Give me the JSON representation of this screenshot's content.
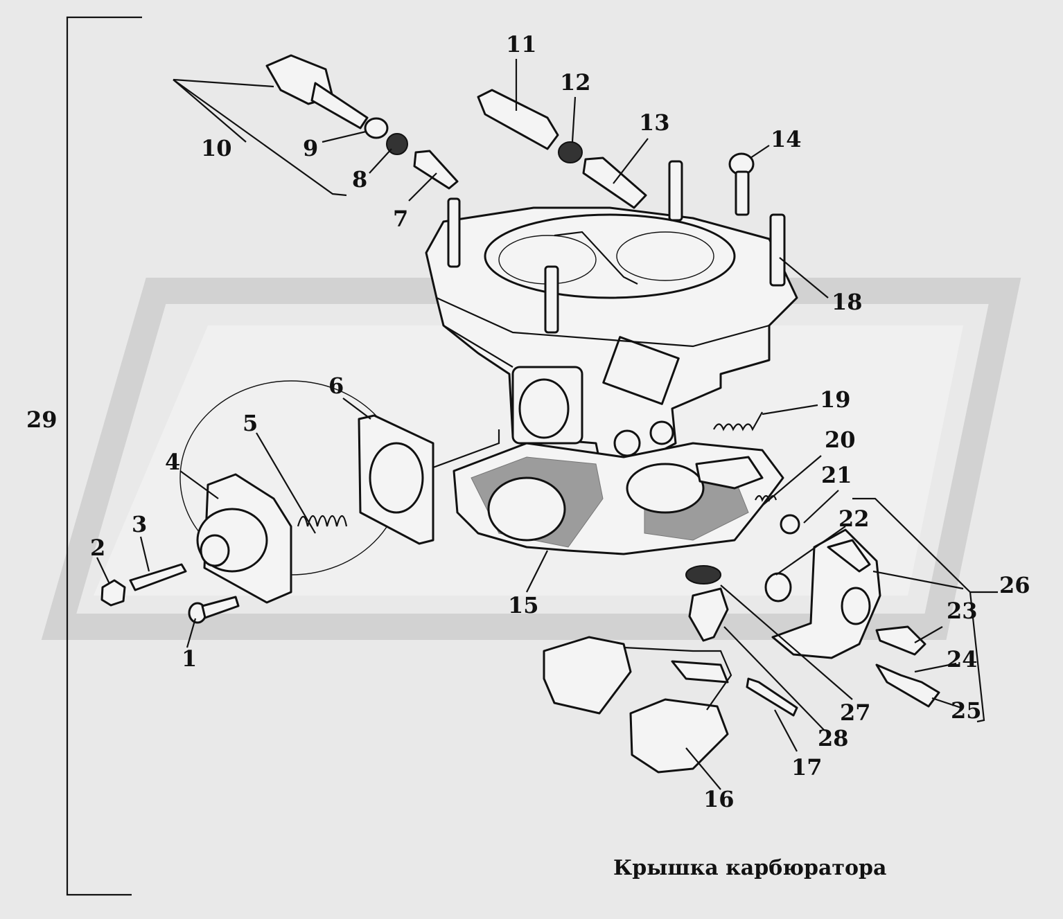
{
  "caption": "Крышка карбюратора",
  "watermark_color": "#d2d2d2",
  "background_color": "#e9e9e9",
  "callouts": [
    "1",
    "2",
    "3",
    "4",
    "5",
    "6",
    "7",
    "8",
    "9",
    "10",
    "11",
    "12",
    "13",
    "14",
    "15",
    "16",
    "17",
    "18",
    "19",
    "20",
    "21",
    "22",
    "23",
    "24",
    "25",
    "26",
    "27",
    "28",
    "29"
  ]
}
